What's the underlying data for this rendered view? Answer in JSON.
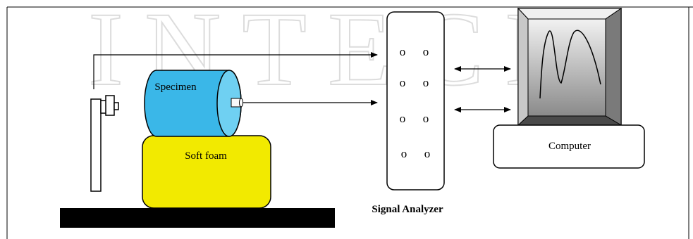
{
  "labels": {
    "specimen": "Specimen",
    "soft_foam": "Soft foam",
    "computer": "Computer",
    "signal_analyzer": "Signal Analyzer"
  },
  "watermark": "INTECH",
  "colors": {
    "specimen_fill": "#3ab7e8",
    "specimen_cap": "#6fd0f2",
    "foam_fill": "#f2ea00",
    "ground": "#000000",
    "line": "#000000",
    "screen_dark": "#7a7a7a",
    "screen_light": "#f2f2f2",
    "watermark": "#d9d9d9"
  }
}
